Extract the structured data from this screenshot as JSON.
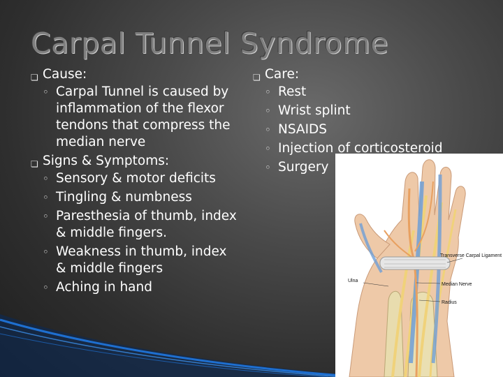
{
  "title": "Carpal Tunnel Syndrome",
  "left": {
    "sections": [
      {
        "heading": "Cause:",
        "items": [
          "Carpal Tunnel is caused by inflammation of the flexor tendons that compress the median nerve"
        ]
      },
      {
        "heading": "Signs & Symptoms:",
        "items": [
          "Sensory & motor deficits",
          "Tingling & numbness",
          "Paresthesia of thumb, index & middle fingers.",
          "Weakness in thumb, index & middle fingers",
          "Aching in hand"
        ]
      }
    ]
  },
  "right": {
    "heading": "Care:",
    "items": [
      "Rest",
      "Wrist splint",
      "NSAIDS",
      "Injection of corticosteroid",
      "Surgery"
    ]
  },
  "image": {
    "labels": {
      "ligament": "Transverse Carpal Ligament",
      "median": "Median Nerve",
      "ulna": "Ulna",
      "radius": "Radius"
    }
  },
  "colors": {
    "title": "#7f7f7f",
    "wave": "#1e6fd0",
    "text": "#ffffff"
  }
}
